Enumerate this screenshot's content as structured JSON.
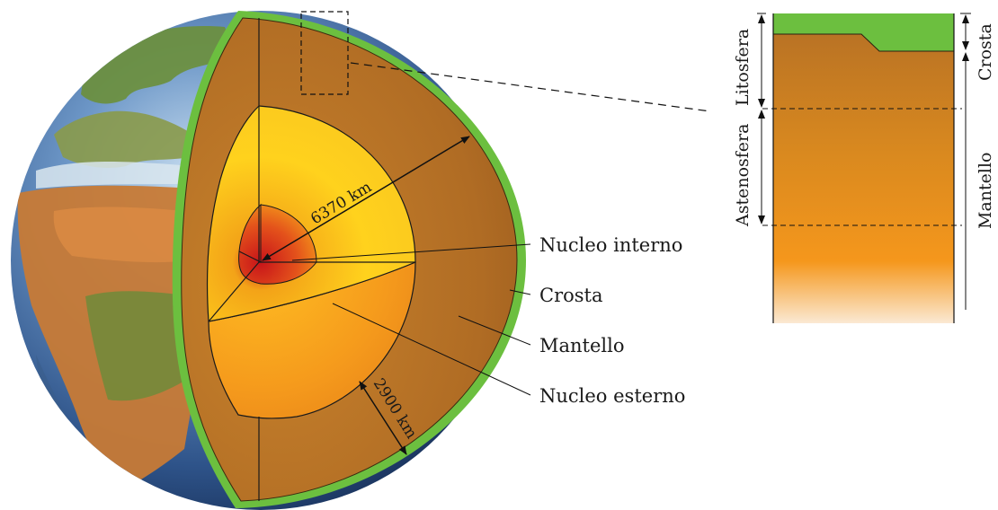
{
  "labels": {
    "inner_core": "Nucleo interno",
    "crust": "Crosta",
    "mantle": "Mantello",
    "outer_core": "Nucleo esterno"
  },
  "dimensions": {
    "radius": "6370 km",
    "mantle_thickness": "2900 km"
  },
  "detail_panel": {
    "lithosphere": "Litosfera",
    "asthenosphere": "Astenosfera",
    "crust": "Crosta",
    "mantle": "Mantello"
  },
  "colors": {
    "crust_green": "#6cbf3f",
    "mantle_brown": "#b46f25",
    "outer_core_orange": "#f08a1e",
    "inner_core_yellow": "#ffcf1c",
    "center_red": "#c8201a",
    "ocean_blue": "#3d6fa6"
  }
}
